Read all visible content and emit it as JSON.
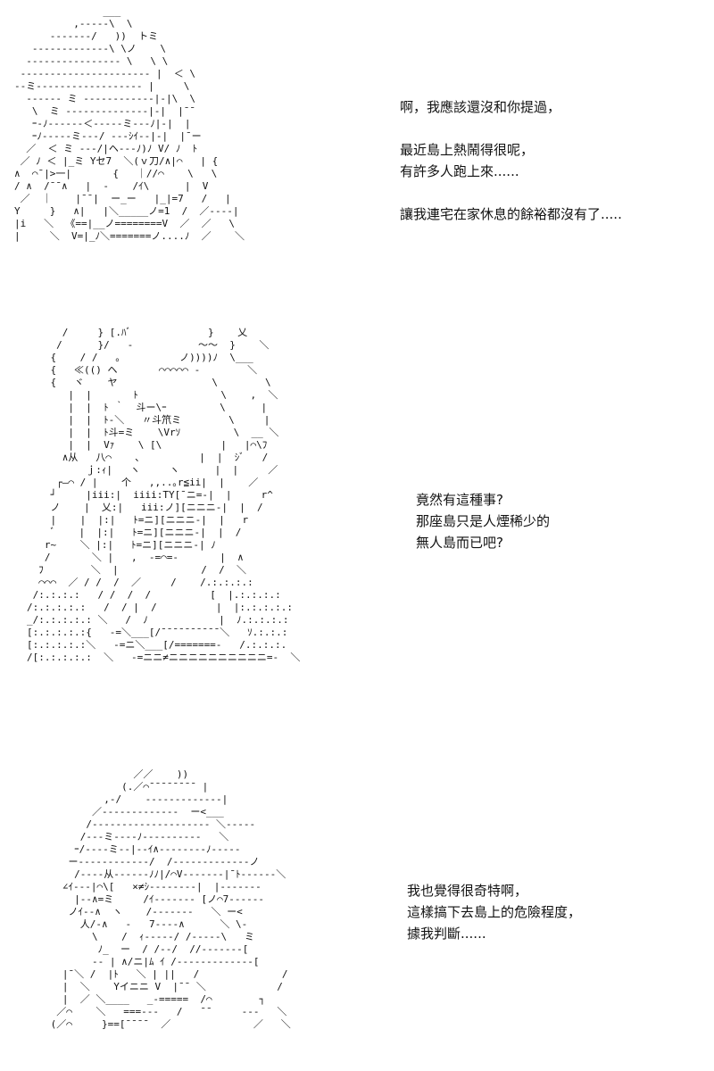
{
  "panels": [
    {
      "art": "               ___\n          ,-----\\  \\\n      -------/   ))  トミ\n   -------------\\ \\ノ    \\\n  ---------------- \\   \\ \\\n ---------------------- |  ＜ \\\n--ミ------------------ |     \\\n  ------ ミ ------------|-|\\  \\\n   \\  ミ --------------|-|  |¯¯\n   ｰ-ﾉ------＜-----ミ---ﾉ|-|  |\n   ｰﾉ-----ミ---/ ---ｼｲ--|-|  |¯ー\n  ／  ＜ ミ ---/|ヘ---ﾉ)ﾉ V/ ﾉ  ﾄ\n ／ ﾉ ＜ |_ミ Yセ7  ＼(ｖ刀/∧|⌒   | {\n∧  ⌒¯|>一|       {   ｜//⌒    \\   \\\n/ ∧  /¯¯∧   |  -    /ｲ\\      |  V\n ／  ｜    |¯¯|  ー_ー   |_|=7   /   |\nY     }   ∧|   |＼_____ノ=1  /  ／----|\n|i   ＼  《==|__ノ========V  ／  ／   \\\n|     ＼  V=|_ﾉ＼=======ノ....ﾉ  ／    ＼",
      "lines": [
        "啊，我應該還沒和你提過，",
        "",
        "最近島上熱鬧得很呢，",
        "有許多人跑上來......",
        "",
        "讓我連宅在家休息的餘裕都沒有了....."
      ]
    },
    {
      "art": "      /     } [.ﾊﾞ             }    乂\n     /      }/   -           ～～  }    ＼\n    {    / /   ｡          ノ))))ﾉ  \\___\n    {   ≪(() ヘ       ⌒⌒⌒⌒⌒ -        ＼\n    {   ヾ    ヤ                \\        \\\n       |  |       ﾄ              \\    ,  ＼\n       |  |  ﾄ ｀  斗ー\\ｰ         \\      |\n       |  |  ﾄ-＼   〃斗笊ミ        \\     |\n       |  |  ﾄ斗=ミ    \\Vrｿ         \\  __ ＼\n       |  |  Vｧ    \\ [\\          |   |⌒\\ﾌ\n      ∧从   八⌒    ､          |  |  ｼﾞ   /\n          ｊ:ｨ|   ヽ     ヽ      |  |     ／\n     ┌―⌒ / |    个   ,,..｡r≦ii|  |    ／\n    ┘     |iii:|  iiii:TY[¯ニ=-|  |     r^\n    ノ    |  乂:|   iii:ノ][ニニニ-|  |  /\n    |    |  |:|   ﾄ=ニ][ニニニ-|  |   r\n    ﾞ    |  |:|   ﾄ=ニ][ニニニ-|  |  /\n   r~    ＼ |:|   ﾄ=ニ][ニニニ-| ﾉ\n   /       ＼ |   ,  -=⌒=-       |  ∧\n  ﾌ        ＼  |              /  /  ＼\n  ⌒⌒⌒  ／ / /  /  ／     /    /.:.:.:.:\n /:.:.:.:   / /  /  /          [  |.:.:.:.:\n/:.:.:.:.:   /  / |  /          |  |:.:.:.:.:\n_/:.:.:.:.: ＼   /  ﾉ            |  ﾉ.:.:.:.:\n[:.:.:.:.:{   -=＼___[/¯¯¯¯¯¯¯¯¯¯＼   ｿ.:.:.:\n[:.:.:.:.:＼   -=ニ＼___[/=======-   /.:.:.:.\n/[:.:.:.:.:  ＼   -=ニニ≠ニニニニニニニニニニ=-  ＼",
      "lines": [
        "竟然有這種事?",
        "那座島只是人煙稀少的",
        "無人島而已吧?"
      ]
    },
    {
      "art": "               ／／    ))\n             (.／⌒¯¯¯¯¯¯¯¯ |\n          ,-/    -------------|\n        ／-------------  ー<___\n       /-------------------- ＼-----\n      /---ミ----ﾉ----------   ＼\n     ｰ/----ミ--|--ｲ∧--------ﾉ-----\n    ー------------/  /-------------ノ\n     /----从------ﾉﾉ|/⌒V-------|¯ﾄ------＼\n   ∠ｲ---|⌒\\[   ×≠ｼ--------|  |-------\n     |--∧=ミ     /ｲ------- [ノ⌒7------\n    ノｲ--∧  ヽ    /-------   ＼ ー<\n      人/-∧   -   7----∧      ＼ \\-\n        \\    /  ｨ-----/ /-----\\   ミ\n         ﾉ_  ー  / /--/  //-------[\n        -- | ∧/ニ|ﾑ ｲ /-------------[\n   |¯＼ /  |ﾄ   ＼ | ||   /              /\n   |  ＼    Yイニニ V  |¯¯ ＼            /\n   |  ／ ＼____   _-=====  /⌒        ┐\n  ／⌒    ＼   ===---   /   ¯¯     ---   ＼\n (／⌒     }==[¯¯¯¯  ／              ／   ＼",
      "lines": [
        "我也覺得很奇特啊，",
        "這樣搞下去島上的危險程度，",
        "據我判斷......"
      ]
    }
  ]
}
